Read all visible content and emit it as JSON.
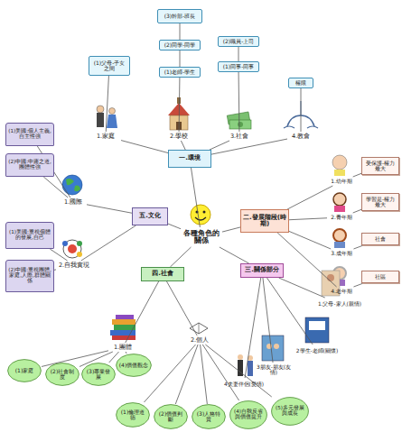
{
  "diagram": {
    "nodes": [
      {
        "text": [
          "各種角色的關係"
        ]
      },
      {
        "text": [
          "一.環境"
        ]
      },
      {
        "text": [
          "二.發展階段(時期)"
        ]
      },
      {
        "text": [
          "三.關係部分"
        ]
      },
      {
        "text": [
          "四.社會"
        ]
      },
      {
        "text": [
          "五.文化"
        ]
      },
      {
        "text": [
          "1.家庭"
        ]
      },
      {
        "text": [
          "2.學校"
        ]
      },
      {
        "text": [
          "3.社會"
        ]
      },
      {
        "text": [
          "4.教會"
        ]
      },
      {
        "text": [
          "(1)父母-子女之間"
        ]
      },
      {
        "text": [
          "(1)老師-學生"
        ]
      },
      {
        "text": [
          "(2)同學-同學"
        ]
      },
      {
        "text": [
          "(3)幹部-班長"
        ]
      },
      {
        "text": [
          "(1)同事-同事"
        ]
      },
      {
        "text": [
          "(2)職員-上司"
        ]
      },
      {
        "text": [
          "權限"
        ]
      },
      {
        "text": [
          "1.幼年期"
        ]
      },
      {
        "text": [
          "受保護-權力最大"
        ]
      },
      {
        "text": [
          "2.青年期"
        ]
      },
      {
        "text": [
          "學習是-權力最大"
        ]
      },
      {
        "text": [
          "3.成年期"
        ]
      },
      {
        "text": [
          "社會"
        ]
      },
      {
        "text": [
          "4.老年期"
        ]
      },
      {
        "text": [
          "社區"
        ]
      },
      {
        "text": [
          "1.父母-家人(親情)"
        ]
      },
      {
        "text": [
          "2學生-老師(關懷)"
        ]
      },
      {
        "text": [
          "3朋友-朋友(友情)"
        ]
      },
      {
        "text": [
          "4夫妻伴侶(愛情)"
        ]
      },
      {
        "text": [
          "1.團體"
        ]
      },
      {
        "text": [
          "2.個人"
        ]
      },
      {
        "text": [
          "(1)家庭"
        ]
      },
      {
        "text": [
          "(2)社會制度"
        ]
      },
      {
        "text": [
          "(3)專業發展"
        ]
      },
      {
        "text": [
          "(4)價值觀念"
        ]
      },
      {
        "text": [
          "(1)倫理道德"
        ]
      },
      {
        "text": [
          "(2)價值判斷"
        ]
      },
      {
        "text": [
          "(3)人格特質"
        ]
      },
      {
        "text": [
          "(4)自我反省與價值提升"
        ]
      },
      {
        "text": [
          "(5)多元發展與成長"
        ]
      },
      {
        "text": [
          "1.國際"
        ]
      },
      {
        "text": [
          "2.自我實現"
        ]
      },
      {
        "text": [
          "(1)美國:個人主義,自主性強"
        ]
      },
      {
        "text": [
          "(2)中國:中庸之道,團體性強"
        ]
      },
      {
        "text": [
          "(1)美國:重視個體的發展,自己"
        ]
      },
      {
        "text": [
          "(2)中國:重視團體,家庭,人際,群體關係"
        ]
      }
    ],
    "edges": [
      {
        "from": 0,
        "to": 1,
        "arrow": "none"
      },
      {
        "from": 0,
        "to": 2,
        "arrow": "none"
      },
      {
        "from": 0,
        "to": 3,
        "arrow": "none"
      },
      {
        "from": 0,
        "to": 4,
        "arrow": "none"
      },
      {
        "from": 0,
        "to": 5,
        "arrow": "none"
      },
      {
        "from": 1,
        "to": 6,
        "arrow": "none"
      },
      {
        "from": 1,
        "to": 7,
        "arrow": "none"
      },
      {
        "from": 1,
        "to": 8,
        "arrow": "none"
      },
      {
        "from": 1,
        "to": 9,
        "arrow": "none"
      },
      {
        "from": 6,
        "to": 10,
        "arrow": "none"
      },
      {
        "from": 7,
        "to": 11,
        "arrow": "none"
      },
      {
        "from": 11,
        "to": 12,
        "arrow": "none"
      },
      {
        "from": 12,
        "to": 13,
        "arrow": "none"
      },
      {
        "from": 8,
        "to": 14,
        "arrow": "none"
      },
      {
        "from": 14,
        "to": 15,
        "arrow": "none"
      },
      {
        "from": 9,
        "to": 16,
        "arrow": "none"
      },
      {
        "from": 2,
        "to": 17,
        "arrow": "none"
      },
      {
        "from": 2,
        "to": 19,
        "arrow": "none"
      },
      {
        "from": 2,
        "to": 21,
        "arrow": "none"
      },
      {
        "from": 2,
        "to": 23,
        "arrow": "none"
      },
      {
        "from": 17,
        "to": 18,
        "arrow": "none"
      },
      {
        "from": 19,
        "to": 20,
        "arrow": "none"
      },
      {
        "from": 21,
        "to": 22,
        "arrow": "none"
      },
      {
        "from": 23,
        "to": 24,
        "arrow": "none"
      },
      {
        "from": 3,
        "to": 25,
        "arrow": "none"
      },
      {
        "from": 3,
        "to": 26,
        "arrow": "none"
      },
      {
        "from": 3,
        "to": 27,
        "arrow": "none"
      },
      {
        "from": 3,
        "to": 28,
        "arrow": "none"
      },
      {
        "from": 4,
        "to": 29,
        "arrow": "none"
      },
      {
        "from": 4,
        "to": 30,
        "arrow": "none"
      },
      {
        "from": 29,
        "to": 31,
        "arrow": "none"
      },
      {
        "from": 29,
        "to": 32,
        "arrow": "none"
      },
      {
        "from": 29,
        "to": 33,
        "arrow": "none"
      },
      {
        "from": 29,
        "to": 34,
        "arrow": "none"
      },
      {
        "from": 30,
        "to": 35,
        "arrow": "none"
      },
      {
        "from": 30,
        "to": 36,
        "arrow": "none"
      },
      {
        "from": 30,
        "to": 37,
        "arrow": "none"
      },
      {
        "from": 30,
        "to": 38,
        "arrow": "none"
      },
      {
        "from": 30,
        "to": 39,
        "arrow": "none"
      },
      {
        "from": 5,
        "to": 40,
        "arrow": "none"
      },
      {
        "from": 5,
        "to": 41,
        "arrow": "none"
      },
      {
        "from": 40,
        "to": 42,
        "arrow": "none"
      },
      {
        "from": 40,
        "to": 43,
        "arrow": "none"
      },
      {
        "from": 41,
        "to": 44,
        "arrow": "none"
      },
      {
        "from": 41,
        "to": 45,
        "arrow": "none"
      }
    ]
  }
}
